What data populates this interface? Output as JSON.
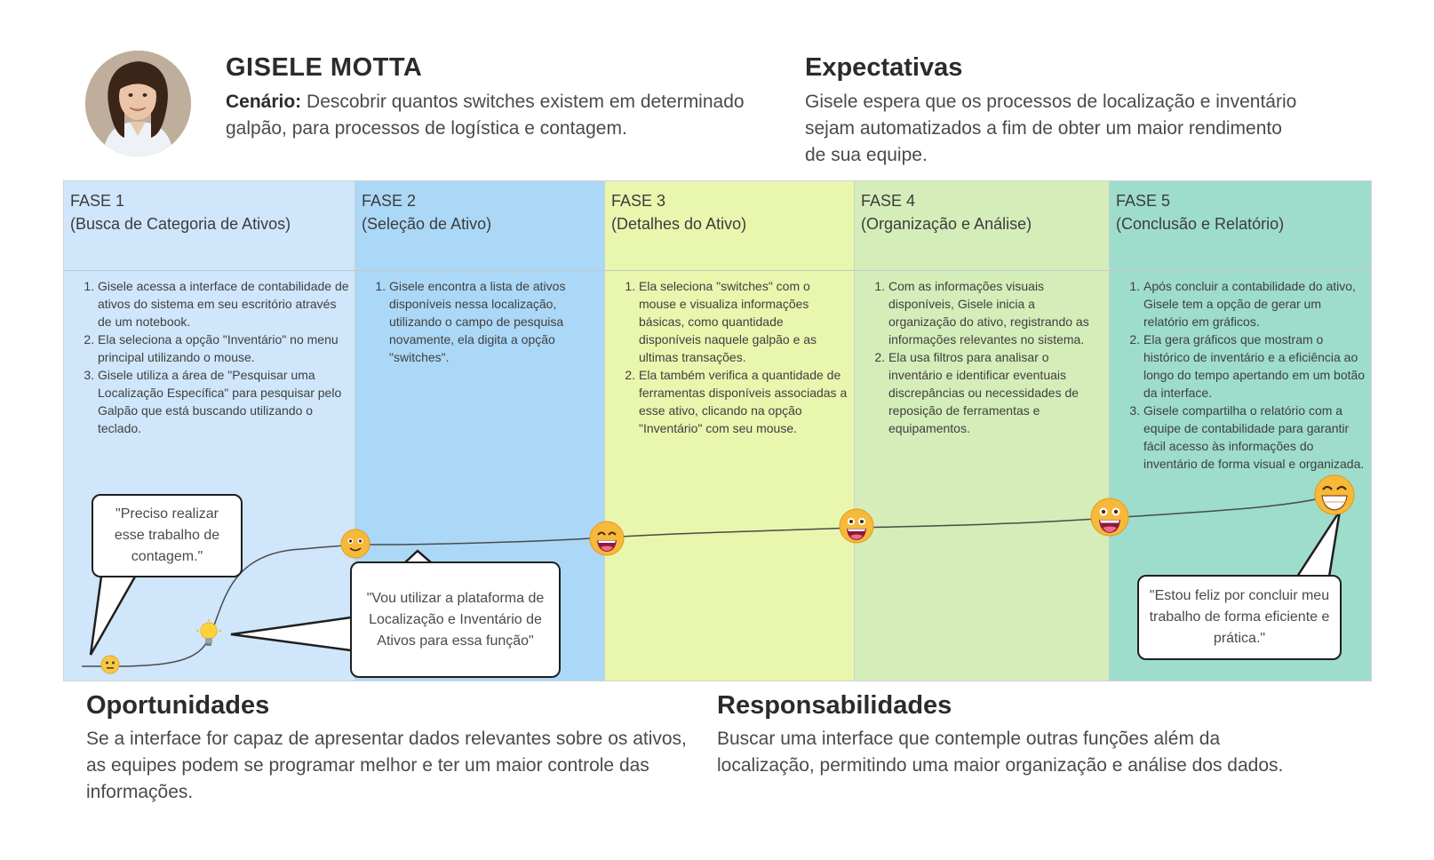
{
  "persona": {
    "name": "GISELE MOTTA",
    "scenario_label": "Cenário:",
    "scenario_text": " Descobrir quantos switches existem em determinado galpão, para processos de logística e contagem."
  },
  "expectativas": {
    "title": "Expectativas",
    "text": "Gisele espera que os processos de localização e inventário sejam automatizados a fim de obter um maior rendimento de sua equipe."
  },
  "phases": [
    {
      "label": "FASE 1",
      "subtitle": "(Busca de Categoria de Ativos)",
      "color": "#cfe6fb",
      "steps": [
        "Gisele acessa a interface de contabilidade de ativos do sistema em seu escritório através de um notebook.",
        "Ela seleciona a opção \"Inventário\" no menu principal utilizando o mouse.",
        "Gisele utiliza a área de \"Pesquisar uma Localização Específica\" para pesquisar pelo Galpão que está buscando utilizando o teclado."
      ]
    },
    {
      "label": "FASE 2",
      "subtitle": "(Seleção de Ativo)",
      "color": "#acd8f7",
      "steps": [
        "Gisele encontra a lista de ativos disponíveis nessa localização, utilizando o campo de pesquisa novamente, ela digita a opção \"switches\"."
      ]
    },
    {
      "label": "FASE 3",
      "subtitle": "(Detalhes do Ativo)",
      "color": "#e9f6ae",
      "steps": [
        "Ela seleciona \"switches\" com o mouse e visualiza informações básicas, como quantidade disponíveis naquele galpão e as ultimas transações.",
        "Ela também verifica a quantidade de ferramentas disponíveis associadas a esse ativo, clicando na opção \"Inventário\" com seu mouse."
      ]
    },
    {
      "label": "FASE 4",
      "subtitle": "(Organização e Análise)",
      "color": "#d5edb9",
      "steps": [
        "Com as informações visuais disponíveis, Gisele inicia a organização do ativo, registrando as informações relevantes no sistema.",
        "Ela usa filtros para analisar o inventário e identificar eventuais discrepâncias ou necessidades de reposição de ferramentas e equipamentos."
      ]
    },
    {
      "label": "FASE 5",
      "subtitle": "(Conclusão e Relatório)",
      "color": "#9edccc",
      "steps": [
        "Após concluir a contabilidade do ativo, Gisele tem a opção de gerar um relatório em gráficos.",
        "Ela gera gráficos que mostram o histórico de inventário e a eficiência ao longo do tempo apertando em um botão da interface.",
        "Gisele compartilha o relatório com a equipe de contabilidade para garantir fácil acesso às informações do inventário de forma visual e organizada."
      ]
    }
  ],
  "quotes": {
    "q1": "\"Preciso realizar esse trabalho de contagem.\"",
    "q2": "\"Vou utilizar a plataforma de Localização e Inventário de Ativos para essa função\"",
    "q3": "\"Estou feliz por concluir meu trabalho de forma eficiente e prática.\""
  },
  "icons": {
    "avatar": "woman-portrait",
    "emotions": [
      "neutral-face",
      "lightbulb",
      "smiling-face",
      "laughing-face",
      "laughing-face",
      "grinning-face",
      "beaming-face"
    ]
  },
  "oportunidades": {
    "title": "Oportunidades",
    "text": "Se a interface for capaz de apresentar dados relevantes sobre os ativos, as equipes podem se programar melhor e ter um maior controle das informações."
  },
  "responsabilidades": {
    "title": "Responsabilidades",
    "text": "Buscar uma interface que contemple outras funções além da localização, permitindo uma maior organização e análise dos dados."
  }
}
